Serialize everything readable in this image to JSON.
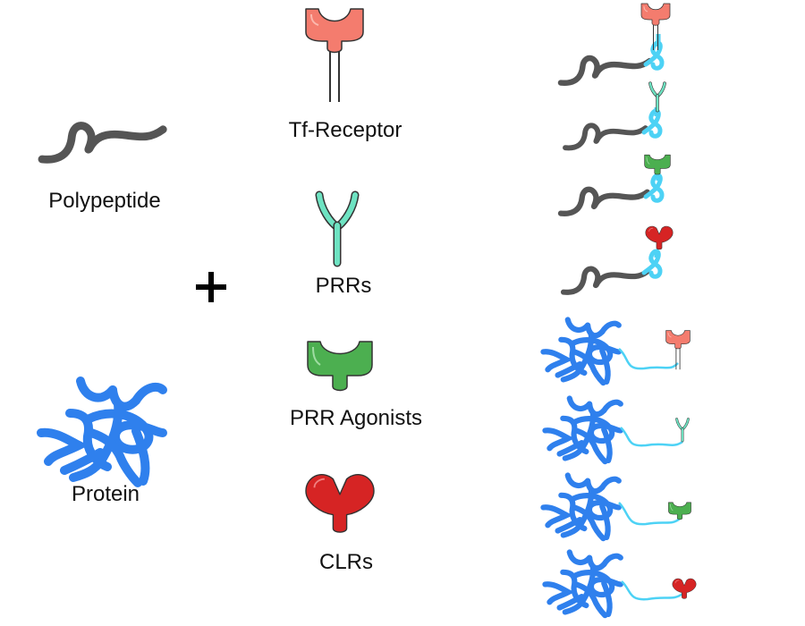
{
  "diagram": {
    "inputs": [
      {
        "name": "Polypeptide",
        "label": "Polypeptide",
        "color": "#555555"
      },
      {
        "name": "Protein",
        "label": "Protein",
        "color": "#2f80ed"
      }
    ],
    "operator": "+",
    "ligands": [
      {
        "name": "Tf-Receptor",
        "label": "Tf-Receptor",
        "color": "#f47c6e"
      },
      {
        "name": "PRRs",
        "label": "PRRs",
        "color": "#6ee3c2"
      },
      {
        "name": "PRR Agonists",
        "label": "PRR Agonists",
        "color": "#4caf50"
      },
      {
        "name": "CLRs",
        "label": "CLRs",
        "color": "#d62424"
      }
    ],
    "linker_color": "#4dd2f5",
    "products": [
      {
        "carrier": "Polypeptide",
        "ligand": "Tf-Receptor"
      },
      {
        "carrier": "Polypeptide",
        "ligand": "PRRs"
      },
      {
        "carrier": "Polypeptide",
        "ligand": "PRR Agonists"
      },
      {
        "carrier": "Polypeptide",
        "ligand": "CLRs"
      },
      {
        "carrier": "Protein",
        "ligand": "Tf-Receptor"
      },
      {
        "carrier": "Protein",
        "ligand": "PRRs"
      },
      {
        "carrier": "Protein",
        "ligand": "PRR Agonists"
      },
      {
        "carrier": "Protein",
        "ligand": "CLRs"
      }
    ]
  }
}
